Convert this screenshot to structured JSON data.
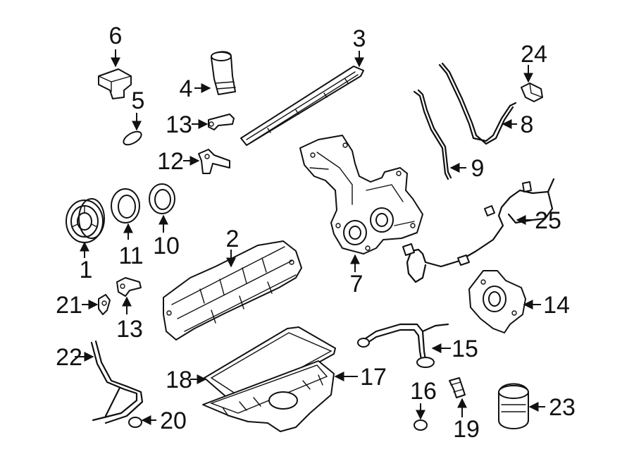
{
  "labels": {
    "p1": "1",
    "p2": "2",
    "p3": "3",
    "p4": "4",
    "p5": "5",
    "p6": "6",
    "p7": "7",
    "p8": "8",
    "p9": "9",
    "p10": "10",
    "p11": "11",
    "p12": "12",
    "p13a": "13",
    "p13b": "13",
    "p14": "14",
    "p15": "15",
    "p16": "16",
    "p17": "17",
    "p18": "18",
    "p19": "19",
    "p20": "20",
    "p21": "21",
    "p22": "22",
    "p23": "23",
    "p24": "24",
    "p25": "25"
  },
  "colors": {
    "line": "#111111",
    "background": "#ffffff"
  }
}
